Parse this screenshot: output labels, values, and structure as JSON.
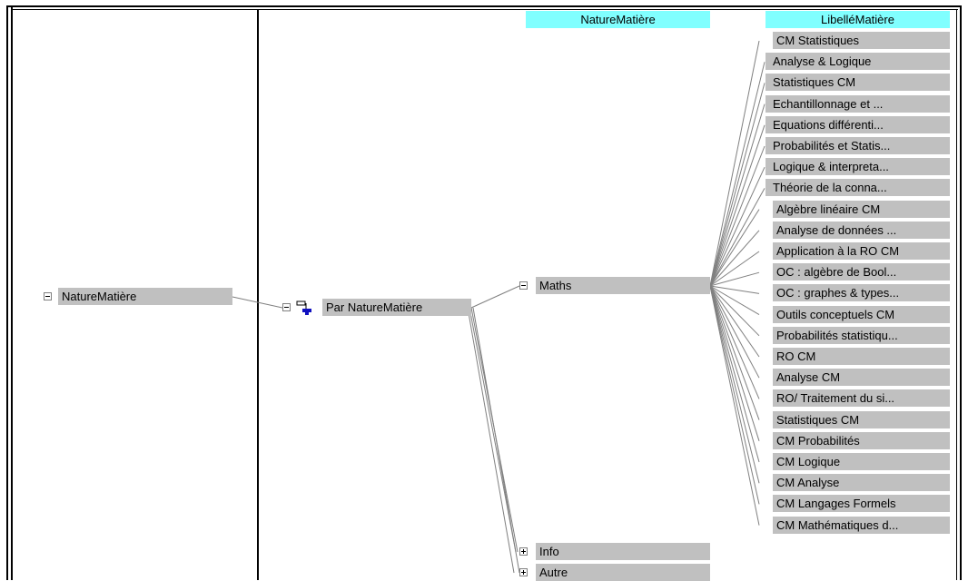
{
  "headers": {
    "nature": "NatureMatière",
    "libelle": "LibelléMatière"
  },
  "root": {
    "label": "NatureMatière"
  },
  "group": {
    "label": "Par NatureMatière"
  },
  "categories": [
    {
      "label": "Maths",
      "expanded": true
    },
    {
      "label": "Info",
      "expanded": false
    },
    {
      "label": "Autre",
      "expanded": false
    }
  ],
  "leaves": [
    "CM Statistiques",
    "Analyse & Logique",
    "Statistiques CM",
    "Echantillonnage et ...",
    "Equations différenti...",
    "Probabilités et Statis...",
    "Logique & interpreta...",
    "Théorie de la conna...",
    "Algèbre linéaire CM",
    "Analyse de données ...",
    "Application à la RO CM",
    "OC : algèbre de Bool...",
    "OC : graphes & types...",
    "Outils conceptuels CM",
    "Probabilités statistiqu...",
    "RO CM",
    "Analyse CM",
    "RO/ Traitement du si...",
    "Statistiques CM",
    "CM Probabilités",
    "CM Logique",
    "CM Analyse",
    "CM Langages Formels",
    "CM Mathématiques d..."
  ],
  "colors": {
    "header_bg": "#80ffff",
    "node_bg": "#c0c0c0",
    "link": "#808080"
  }
}
